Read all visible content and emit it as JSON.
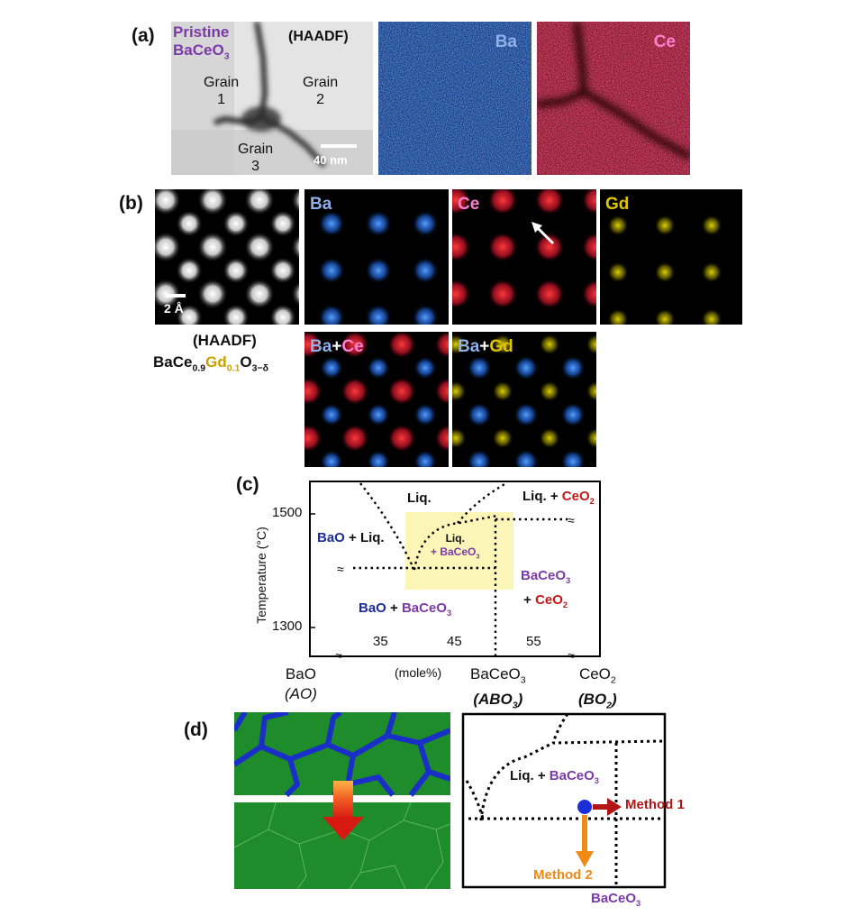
{
  "panel_a": {
    "label": "(a)",
    "title_line1": "Pristine",
    "title_line2_main": "BaCeO",
    "title_line2_sub": "3",
    "haadf": "(HAADF)",
    "grain1_a": "Grain",
    "grain1_b": "1",
    "grain2_a": "Grain",
    "grain2_b": "2",
    "grain3_a": "Grain",
    "grain3_b": "3",
    "scale": "40 nm",
    "map_ba": "Ba",
    "map_ce": "Ce"
  },
  "panel_b": {
    "label": "(b)",
    "scale": "2 Å",
    "map_ba": "Ba",
    "map_ce": "Ce",
    "map_gd": "Gd",
    "haadf": "(HAADF)",
    "formula_ba": "BaCe",
    "formula_ce_sub": "0.9",
    "formula_gd": "Gd",
    "formula_gd_sub": "0.1",
    "formula_o": "O",
    "formula_o_sub": "3−δ",
    "ov1_a": "Ba",
    "ov1_plus": "+",
    "ov1_b": "Ce",
    "ov2_a": "Ba",
    "ov2_plus": "+",
    "ov2_b": "Gd"
  },
  "panel_c": {
    "label": "(c)",
    "ylabel": "Temperature (°C)",
    "y_1500": "1500",
    "y_1300": "1300",
    "x_35": "35",
    "x_45": "45",
    "x_55": "55",
    "x_unit": "(mole%)",
    "region_liq": "Liq.",
    "region_liq_ceo2_a": "Liq. + ",
    "region_liq_ceo2_b": "CeO",
    "region_liq_ceo2_sub": "2",
    "region_bao_liq_a": "BaO",
    "region_bao_liq_b": " + Liq.",
    "region_liq_baceo3_a": "Liq.",
    "region_liq_baceo3_b": "+ BaCeO",
    "region_liq_baceo3_sub": "3",
    "region_baceo3_ceo2_a": "BaCeO",
    "region_baceo3_ceo2_a_sub": "3",
    "region_baceo3_ceo2_b": "+ ",
    "region_baceo3_ceo2_c": "CeO",
    "region_baceo3_ceo2_c_sub": "2",
    "region_bao_baceo3_a": "BaO",
    "region_bao_baceo3_b": " + ",
    "region_bao_baceo3_c": "BaCeO",
    "region_bao_baceo3_sub": "3",
    "comp_bao": "BaO",
    "comp_ao": "(AO)",
    "comp_baceo3": "BaCeO",
    "comp_baceo3_sub": "3",
    "comp_abo3": "(ABO",
    "comp_abo3_sub": "3",
    "comp_abo3_close": ")",
    "comp_ceo2": "CeO",
    "comp_ceo2_sub": "2",
    "comp_bo2": "(BO",
    "comp_bo2_sub": "2",
    "comp_bo2_close": ")"
  },
  "panel_d": {
    "label": "(d)",
    "region_a": "Liq. + ",
    "region_b": "BaCeO",
    "region_sub": "3",
    "method1": "Method 1",
    "method2": "Method 2",
    "bottom_label": "BaCeO",
    "bottom_sub": "3"
  },
  "colors": {
    "ba_map": "#1d5fd0",
    "ce_map": "#d0152c",
    "gd_map": "#c8c000",
    "grain_green": "#1e8c2a",
    "boundary_blue": "#1a2fc8",
    "highlight_yellow": "#fbf6b8",
    "method1_red": "#b31515",
    "method2_orange": "#f08a16"
  }
}
